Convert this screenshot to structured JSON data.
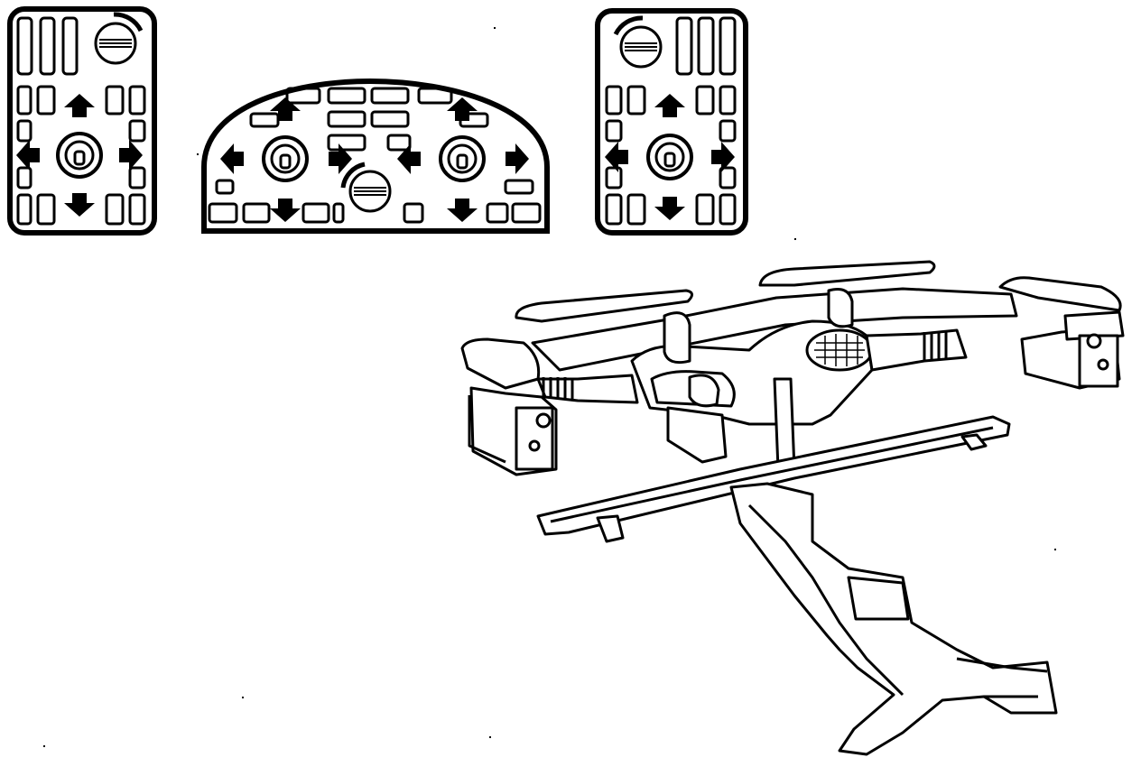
{
  "colors": {
    "ink": "#000000",
    "paper": "#ffffff"
  },
  "vents": [
    {
      "id": "left",
      "shape": "rect",
      "icons": [
        "adjust-knob-icon",
        "direction-arrows-icon"
      ]
    },
    {
      "id": "center",
      "shape": "dome",
      "icons": [
        "adjust-knob-icon",
        "direction-arrows-icon",
        "direction-arrows-icon"
      ]
    },
    {
      "id": "right",
      "shape": "rect",
      "icons": [
        "adjust-knob-icon",
        "direction-arrows-icon"
      ]
    }
  ],
  "assembly": {
    "icons": [
      "duct-assembly-icon"
    ]
  }
}
